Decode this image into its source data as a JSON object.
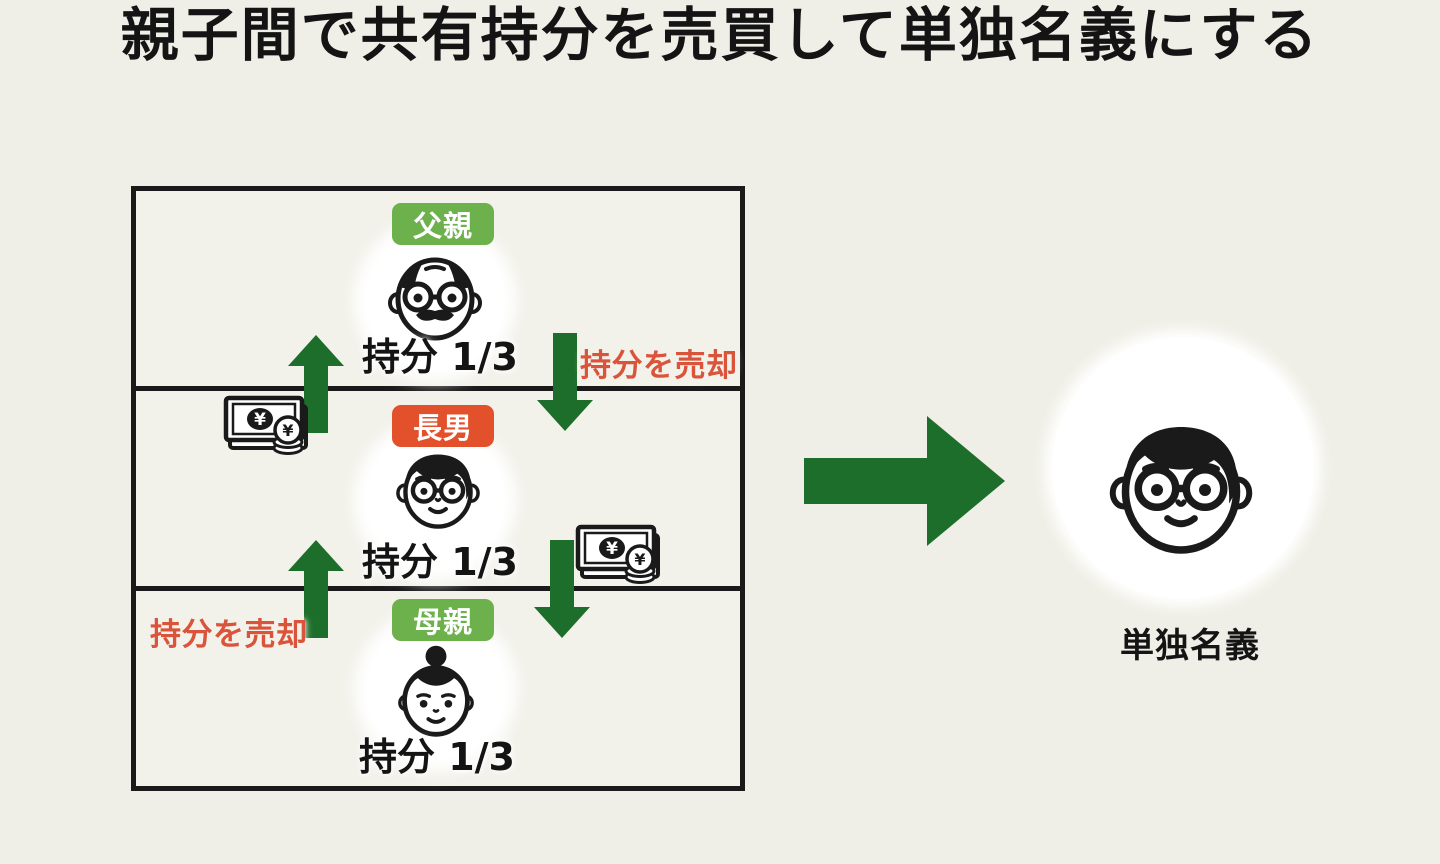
{
  "title": "親子間で共有持分を売買して単独名義にする",
  "colors": {
    "background": "#f0efe7",
    "box_background": "#f2f1ea",
    "line_black": "#1a1a1a",
    "badge_green": "#6cb14c",
    "badge_red": "#e2512b",
    "sell_text_red": "#d9543a",
    "arrow_green": "#1d6e2a"
  },
  "diagram": {
    "rows": [
      {
        "person": "father",
        "badge": "父親",
        "badge_color": "#6cb14c",
        "share": "持分 1/3"
      },
      {
        "person": "eldest-son",
        "badge": "長男",
        "badge_color": "#e2512b",
        "share": "持分 1/3"
      },
      {
        "person": "mother",
        "badge": "母親",
        "badge_color": "#6cb14c",
        "share": "持分 1/3"
      }
    ],
    "transfers": [
      {
        "label": "持分を売却"
      },
      {
        "label": "持分を売却"
      }
    ],
    "result": {
      "label": "単独名義"
    }
  },
  "money_icon": {
    "bill_symbol": "¥",
    "coin_symbol": "¥"
  }
}
